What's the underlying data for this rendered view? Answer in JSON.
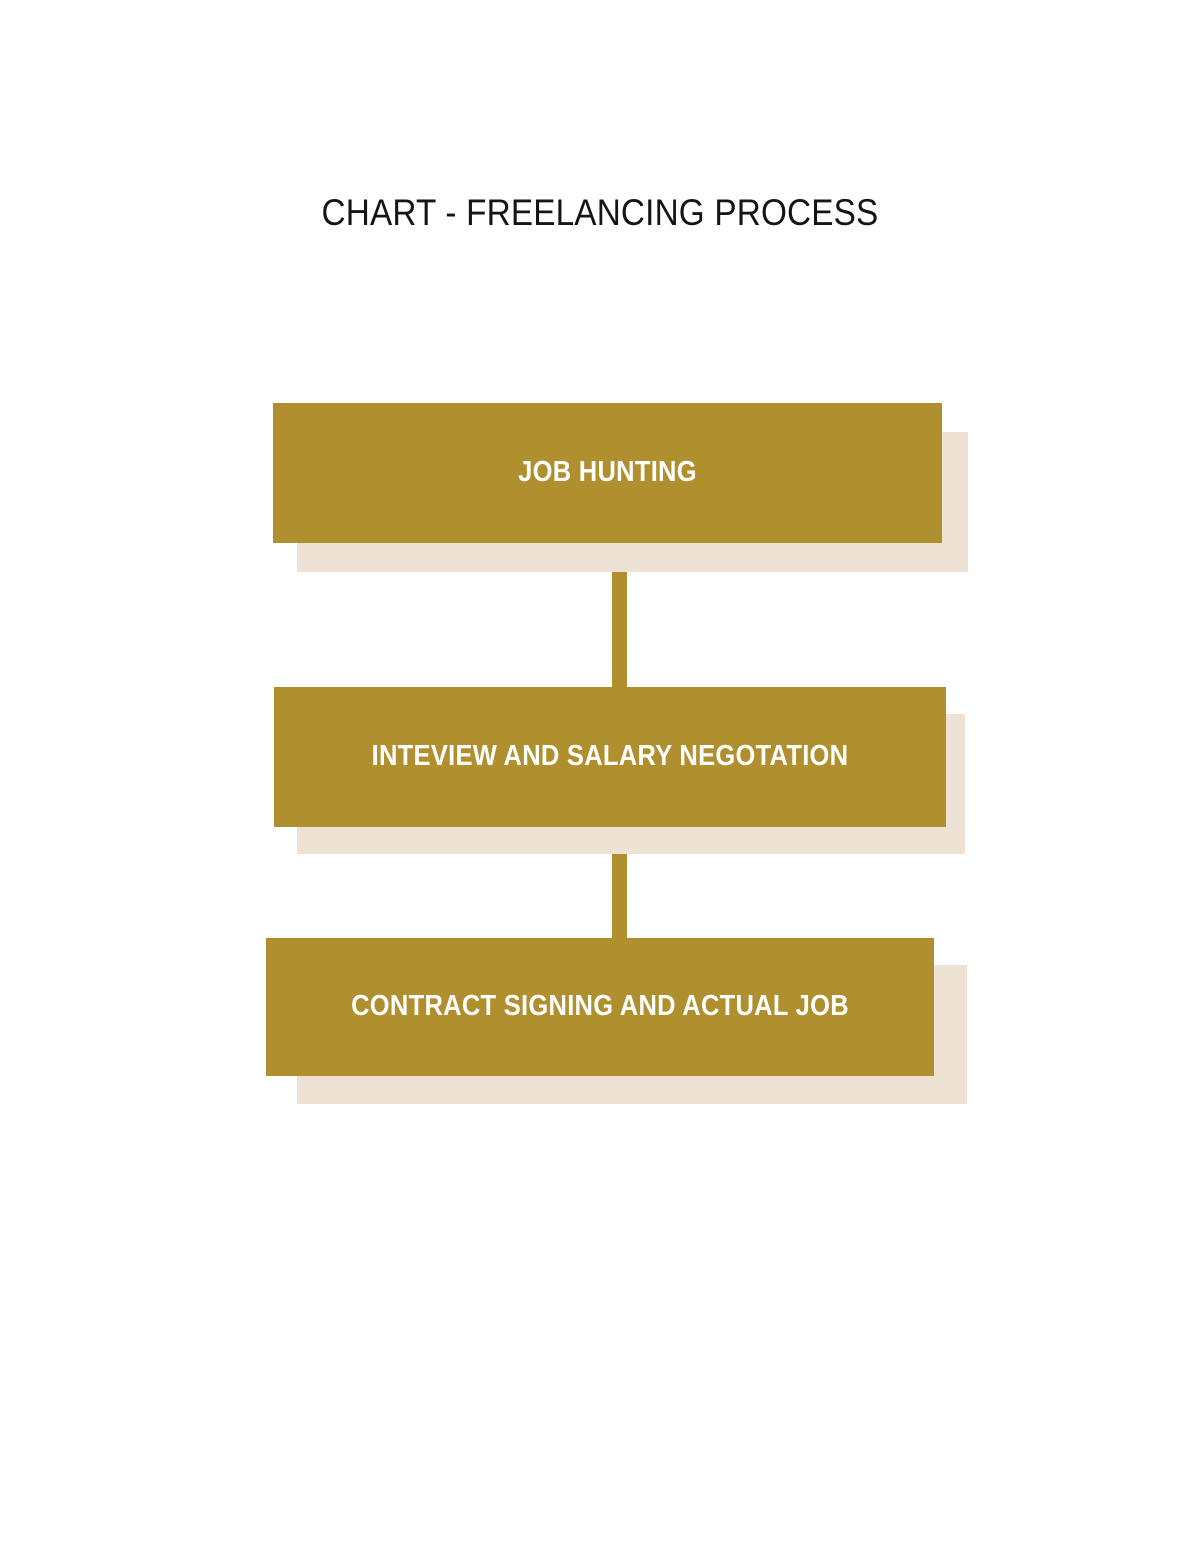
{
  "document": {
    "title": "CHART - FREELANCING PROCESS",
    "background_color": "#FFFFFF"
  },
  "theme": {
    "node_fill": "#AF8F2E",
    "node_shadow": "#EDE2D4",
    "node_text": "#FFFFFF",
    "title_text": "#151515",
    "connector_color": "#AF8F2E"
  },
  "chart_data": {
    "type": "diagram",
    "diagram_type": "flowchart",
    "orientation": "vertical-top-down",
    "title": "CHART - FREELANCING PROCESS",
    "nodes": [
      {
        "id": "node-1",
        "order": 1,
        "label": "JOB HUNTING",
        "shape": "rectangle",
        "fill": "#AF8F2E",
        "text_color": "#FFFFFF",
        "text_align": "center"
      },
      {
        "id": "node-2",
        "order": 2,
        "label": "INTEVIEW AND SALARY NEGOTATION",
        "shape": "rectangle",
        "fill": "#AF8F2E",
        "text_color": "#FFFFFF",
        "text_align": "center"
      },
      {
        "id": "node-3",
        "order": 3,
        "label": "CONTRACT SIGNING AND ACTUAL JOB",
        "shape": "rectangle",
        "fill": "#AF8F2E",
        "text_color": "#FFFFFF",
        "text_align": "center"
      }
    ],
    "edges": [
      {
        "id": "connector-1",
        "from": "node-1",
        "to": "node-2",
        "style": "solid-bar",
        "color": "#AF8F2E"
      },
      {
        "id": "connector-2",
        "from": "node-2",
        "to": "node-3",
        "style": "solid-bar",
        "color": "#AF8F2E"
      }
    ],
    "legend": [],
    "annotations": []
  }
}
